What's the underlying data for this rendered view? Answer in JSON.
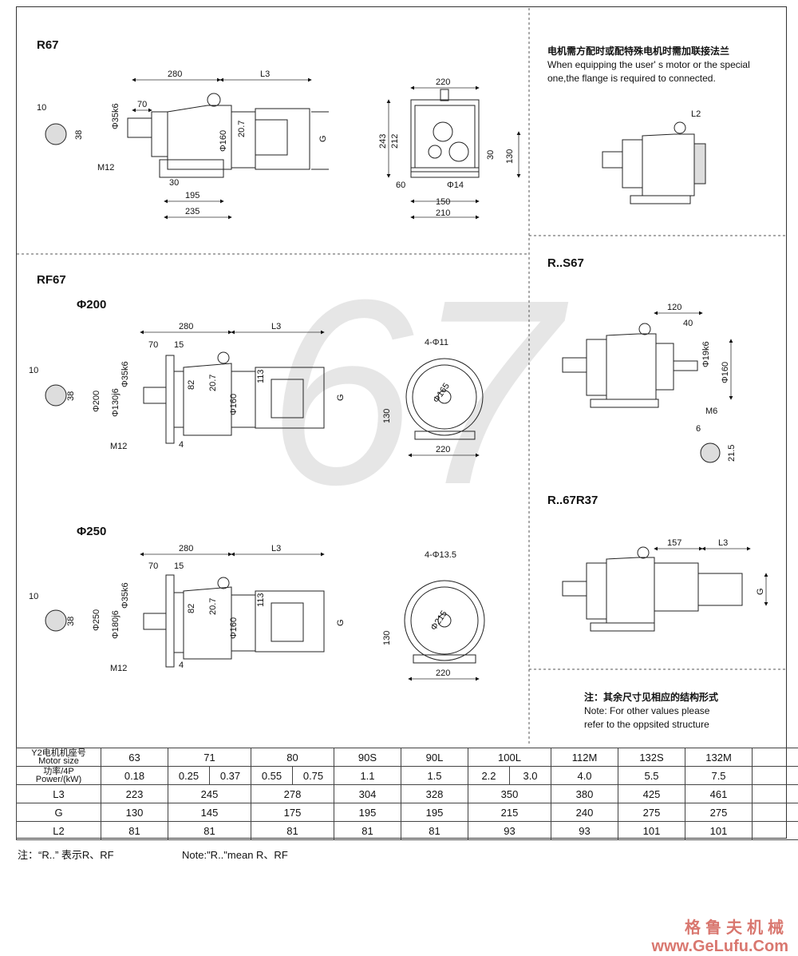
{
  "models": {
    "r67": "R67",
    "rf67": "RF67",
    "phi200": "Φ200",
    "phi250": "Φ250",
    "rs67": "R..S67",
    "r67r37": "R..67R37"
  },
  "big_mark": "67",
  "notes": {
    "flange_cn": "电机需方配时或配特殊电机时需加联接法兰",
    "flange_en_1": "When equipping the user' s motor or the special",
    "flange_en_2": "one,the flange is required to connected.",
    "other_cn": "注：其余尺寸见相应的结构形式",
    "other_en_1": "Note: For other values please",
    "other_en_2": "refer to the oppsited structure"
  },
  "dims": {
    "r67": {
      "d280": "280",
      "L3": "L3",
      "d70": "70",
      "shaft": "Φ35k6",
      "d10": "10",
      "d38": "38",
      "m12": "M12",
      "d30": "30",
      "d195": "195",
      "d235": "235",
      "d20_7": "20.7",
      "d160": "Φ160",
      "G": "G",
      "d220": "220",
      "d243": "243",
      "d212": "212",
      "d30b": "30",
      "d130": "130",
      "d60": "60",
      "d14": "Φ14",
      "d150": "150",
      "d210": "210"
    },
    "rf200": {
      "d280": "280",
      "L3": "L3",
      "d70": "70",
      "d15": "15",
      "d10": "10",
      "d38": "38",
      "shaft": "Φ35k6",
      "d200": "Φ200",
      "d130j6": "Φ130j6",
      "d82": "82",
      "d20_7": "20.7",
      "d160": "Φ160",
      "d113": "113",
      "G": "G",
      "m12": "M12",
      "d4": "4",
      "holes": "4-Φ11",
      "d165": "Φ165",
      "d130": "130",
      "d220": "220"
    },
    "rf250": {
      "d280": "280",
      "L3": "L3",
      "d70": "70",
      "d15": "15",
      "d10": "10",
      "d38": "38",
      "shaft": "Φ35k6",
      "d250": "Φ250",
      "d180j6": "Φ180j6",
      "d82": "82",
      "d20_7": "20.7",
      "d160": "Φ160",
      "d113": "113",
      "G": "G",
      "m12": "M12",
      "d4": "4",
      "holes": "4-Φ13.5",
      "d215": "Φ215",
      "d130": "130",
      "d220": "220"
    },
    "flange": {
      "L2": "L2"
    },
    "rs67": {
      "d120": "120",
      "d40": "40",
      "shaft": "Φ19k6",
      "d160": "Φ160",
      "m6": "M6",
      "d6": "6",
      "d21_5": "21.5"
    },
    "r67r37": {
      "d157": "157",
      "L3": "L3",
      "G": "G"
    }
  },
  "table": {
    "header_cn": "Y2电机机座号",
    "header_en": "Motor size",
    "power_cn": "功率/4P",
    "power_en": "Power/(kW)",
    "sizes": [
      "63",
      "71",
      "80",
      "90S",
      "90L",
      "100L",
      "112M",
      "132S",
      "132M"
    ],
    "powers": [
      "0.18",
      "0.25",
      "0.37",
      "0.55",
      "0.75",
      "1.1",
      "1.5",
      "2.2",
      "3.0",
      "4.0",
      "5.5",
      "7.5"
    ],
    "rows": [
      {
        "label": "L3",
        "values": [
          "223",
          "245",
          "278",
          "304",
          "328",
          "350",
          "380",
          "425",
          "461"
        ]
      },
      {
        "label": "G",
        "values": [
          "130",
          "145",
          "175",
          "195",
          "195",
          "215",
          "240",
          "275",
          "275"
        ]
      },
      {
        "label": "L2",
        "values": [
          "81",
          "81",
          "81",
          "81",
          "81",
          "93",
          "93",
          "101",
          "101"
        ]
      }
    ]
  },
  "footer": {
    "note_cn": "注：“R..” 表示R、RF",
    "note_en": "Note:\"R..\"mean R、RF"
  },
  "brand": {
    "cn": "格鲁夫机械",
    "url": "www.GeLufu.Com"
  }
}
